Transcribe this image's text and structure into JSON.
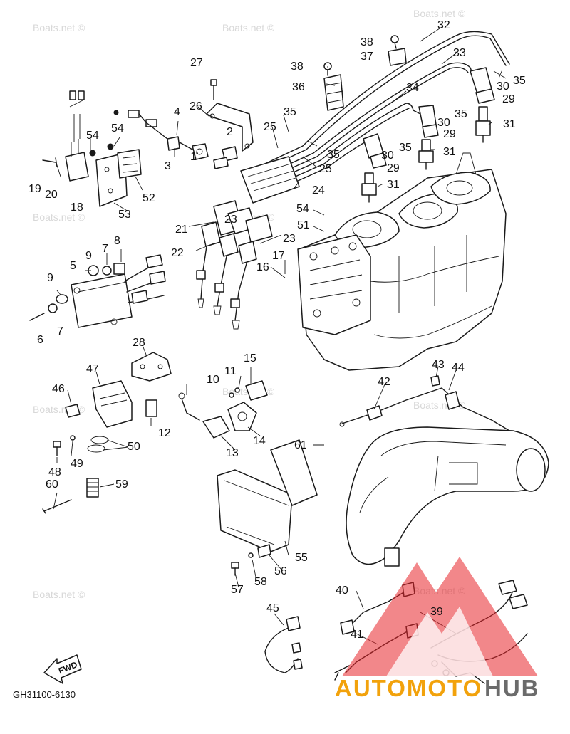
{
  "diagram_code": "GH31100-6130",
  "fwd_label": "FWD",
  "watermark_text": "Boats.net ©",
  "logo": {
    "text_a": "AUTOMOTO",
    "text_b": "HUB",
    "accent_color": "#e8242a",
    "text_color_a": "#f2a20c",
    "text_color_b": "#6b6b6b"
  },
  "callouts": {
    "c1": "1",
    "c2": "2",
    "c3": "3",
    "c4": "4",
    "c5": "5",
    "c6": "6",
    "c7a": "7",
    "c7b": "7",
    "c8": "8",
    "c9a": "9",
    "c9b": "9",
    "c10": "10",
    "c11": "11",
    "c12": "12",
    "c13": "13",
    "c14": "14",
    "c15": "15",
    "c16": "16",
    "c17": "17",
    "c18": "18",
    "c19": "19",
    "c20": "20",
    "c21": "21",
    "c22": "22",
    "c23a": "23",
    "c23b": "23",
    "c24": "24",
    "c25a": "25",
    "c25b": "25",
    "c26": "26",
    "c27": "27",
    "c28": "28",
    "c29a": "29",
    "c29b": "29",
    "c29c": "29",
    "c30a": "30",
    "c30b": "30",
    "c30c": "30",
    "c31a": "31",
    "c31b": "31",
    "c31c": "31",
    "c32": "32",
    "c33": "33",
    "c34": "34",
    "c35a": "35",
    "c35b": "35",
    "c35c": "35",
    "c35d": "35",
    "c35e": "35",
    "c36": "36",
    "c37": "37",
    "c38a": "38",
    "c38b": "38",
    "c40": "40",
    "c39": "39",
    "c41": "41",
    "c42": "42",
    "c43": "43",
    "c44": "44",
    "c45": "45",
    "c46": "46",
    "c47": "47",
    "c48": "48",
    "c49": "49",
    "c50": "50",
    "c51": "51",
    "c52": "52",
    "c53": "53",
    "c54a": "54",
    "c54b": "54",
    "c54c": "54",
    "c55": "55",
    "c56": "56",
    "c57": "57",
    "c58": "58",
    "c59": "59",
    "c60": "60",
    "c61": "61"
  }
}
